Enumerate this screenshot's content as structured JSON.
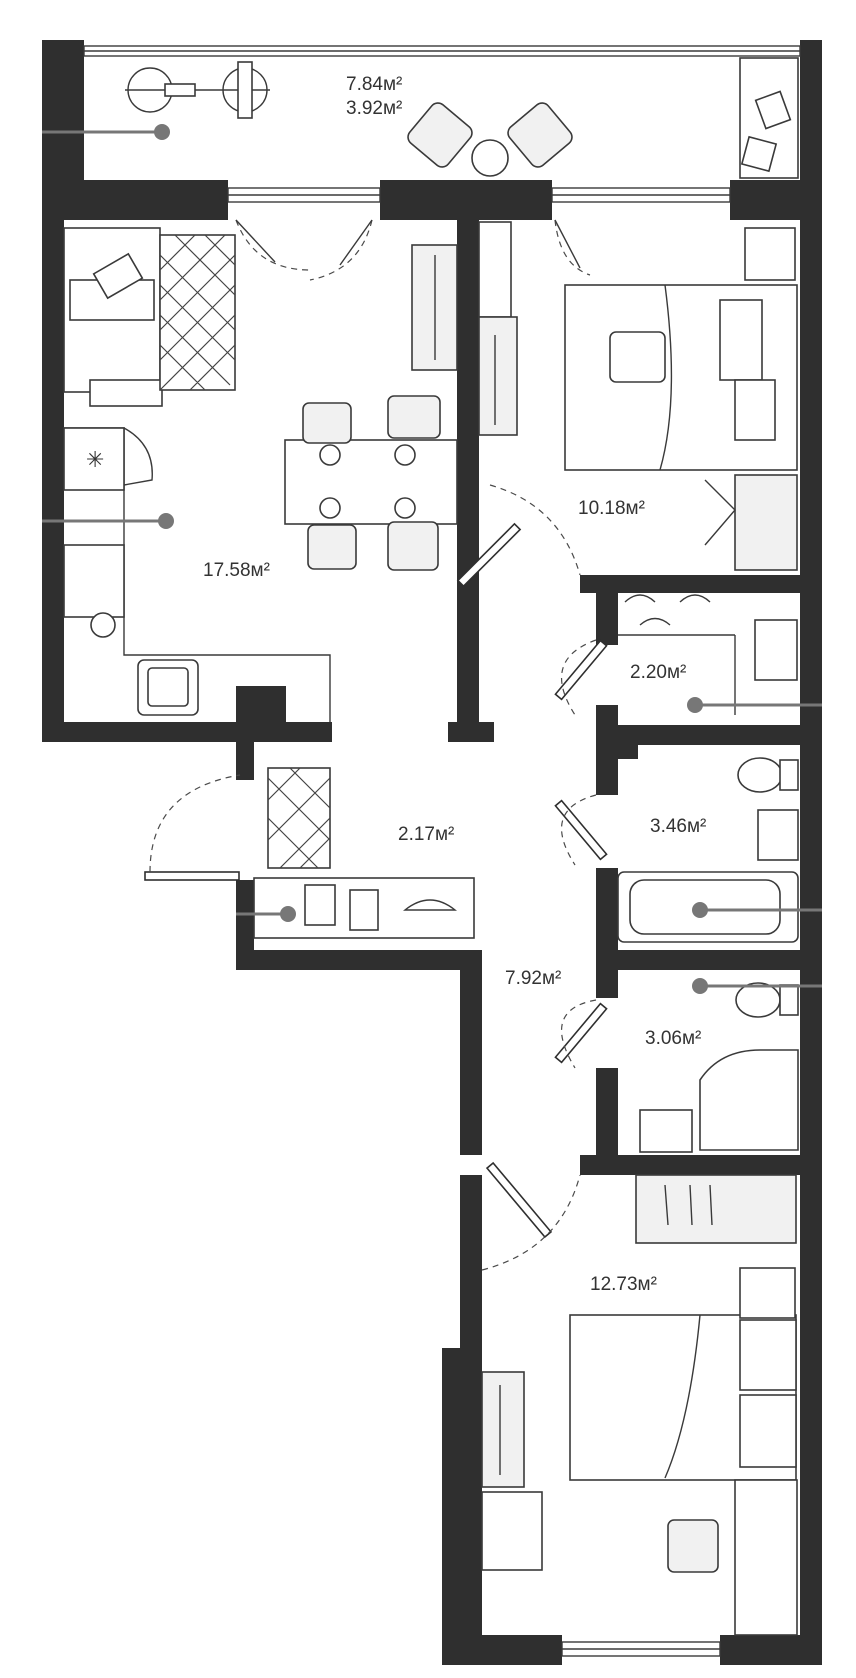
{
  "rooms": [
    {
      "id": "balcony",
      "labels": [
        "7.84м²",
        "3.92м²"
      ]
    },
    {
      "id": "kitchen-living",
      "labels": [
        "17.58м²"
      ]
    },
    {
      "id": "bedroom-1",
      "labels": [
        "10.18м²"
      ]
    },
    {
      "id": "closet",
      "labels": [
        "2.20м²"
      ]
    },
    {
      "id": "entrance",
      "labels": [
        "2.17м²"
      ]
    },
    {
      "id": "bathroom",
      "labels": [
        "3.46м²"
      ]
    },
    {
      "id": "corridor",
      "labels": [
        "7.92м²"
      ]
    },
    {
      "id": "toilet",
      "labels": [
        "3.06м²"
      ]
    },
    {
      "id": "bedroom-2",
      "labels": [
        "12.73м²"
      ]
    }
  ],
  "colors": {
    "wall": "#2f2f2f",
    "marker": "#777777",
    "text": "#333333"
  }
}
